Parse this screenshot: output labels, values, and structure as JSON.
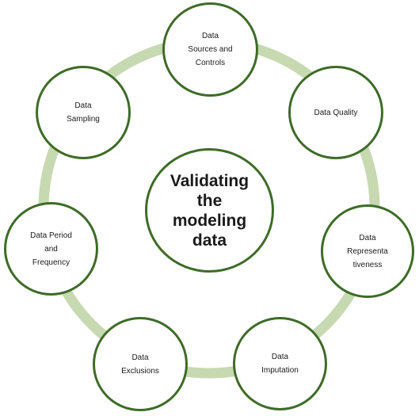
{
  "diagram": {
    "center": {
      "label": "Validating\nthe\nmodeling\ndata"
    },
    "nodes": [
      {
        "label": "Data\nSources and\nControls"
      },
      {
        "label": "Data Quality"
      },
      {
        "label": "Data\nRepresenta\ntiveness"
      },
      {
        "label": "Data\nImputation"
      },
      {
        "label": "Data\nExclusions"
      },
      {
        "label": "Data Period\nand\nFrequency"
      },
      {
        "label": "Data\nSampling"
      }
    ],
    "colors": {
      "ring": "#c7d9b1",
      "border": "#3e6b27",
      "text": "#1a1a1a",
      "background": "#ffffff"
    }
  }
}
